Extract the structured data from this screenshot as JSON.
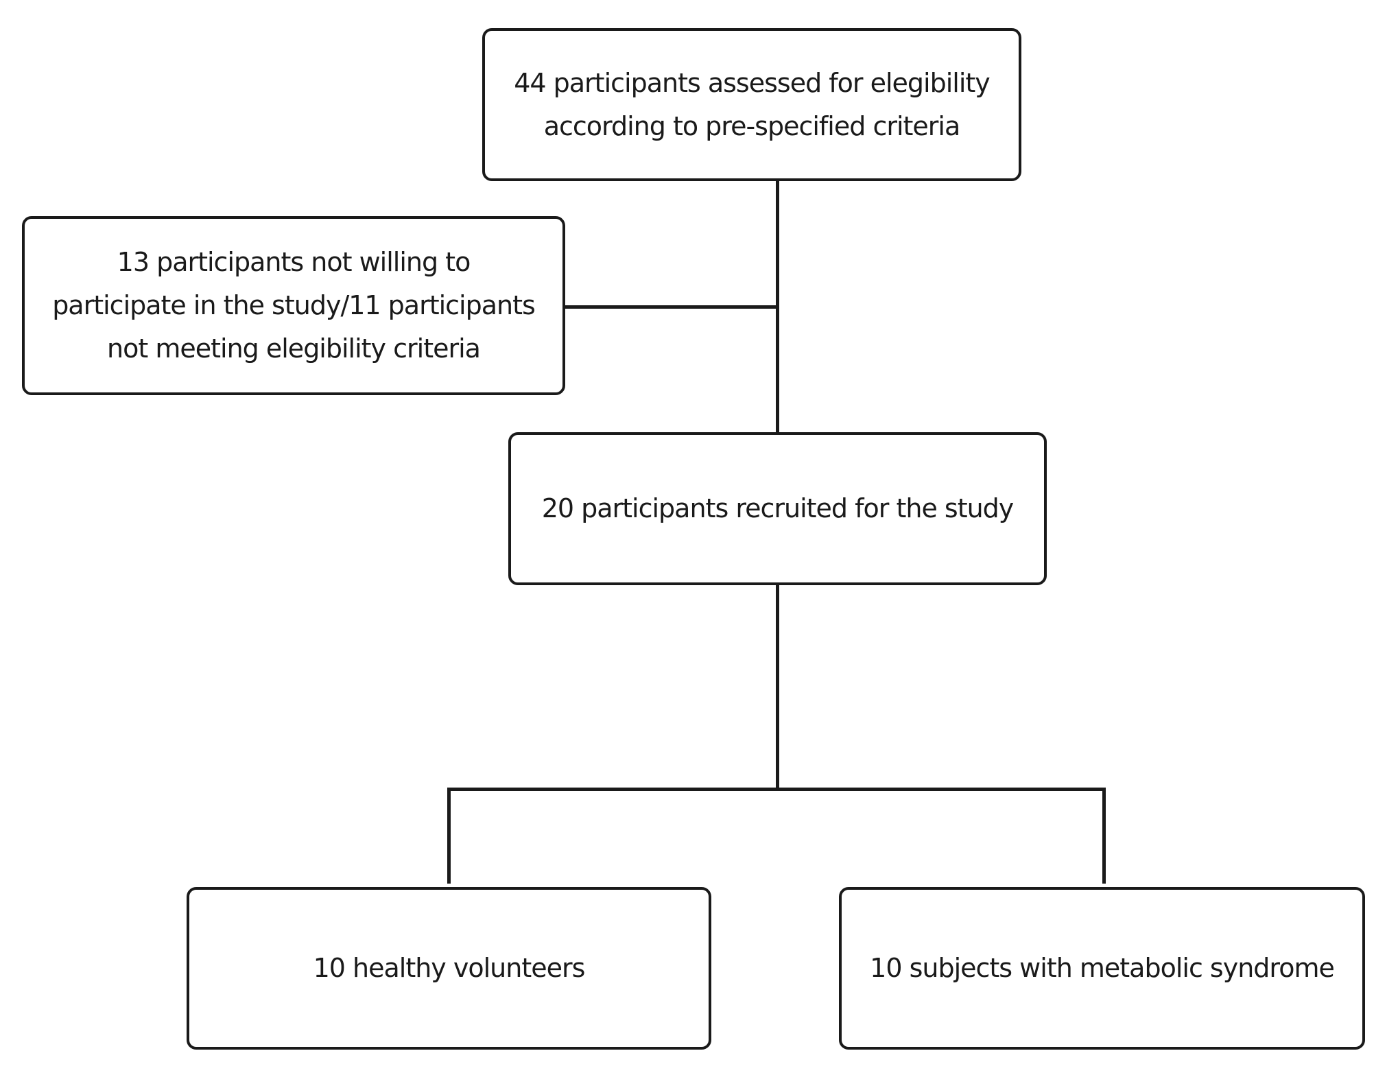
{
  "flowchart": {
    "assessed": {
      "line1": "44 participants assessed for elegibility",
      "line2": "according to pre-specified criteria"
    },
    "excluded": {
      "line1": "13 participants not willing to",
      "line2": "participate in the study/11 participants",
      "line3": "not meeting elegibility criteria"
    },
    "recruited": {
      "text": "20 participants recruited for the study"
    },
    "groups": {
      "healthy": "10 healthy volunteers",
      "metabolic": "10 subjects with metabolic syndrome"
    }
  },
  "colors": {
    "stroke": "#1a1a1a",
    "background": "#ffffff"
  }
}
